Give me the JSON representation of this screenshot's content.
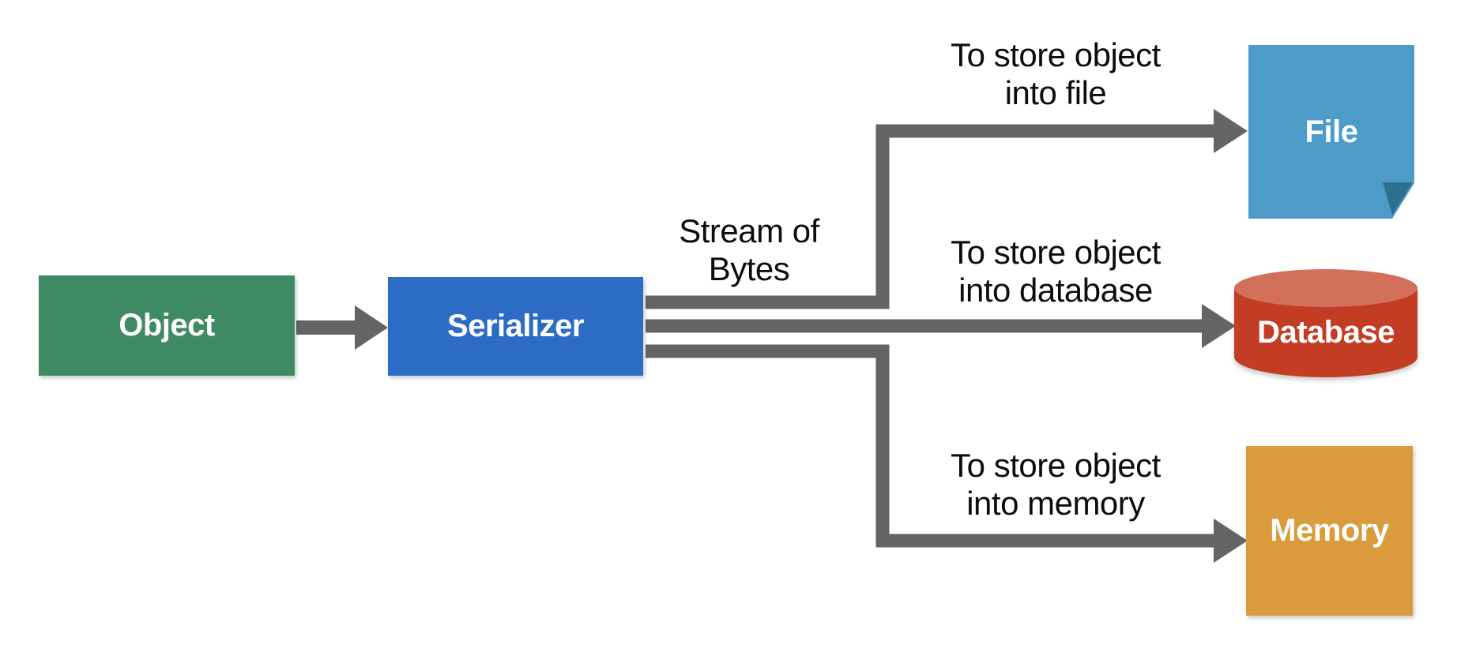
{
  "nodes": {
    "object": {
      "label": "Object"
    },
    "serializer": {
      "label": "Serializer"
    },
    "file": {
      "label": "File"
    },
    "database": {
      "label": "Database"
    },
    "memory": {
      "label": "Memory"
    }
  },
  "labels": {
    "stream": {
      "line1": "Stream of",
      "line2": "Bytes"
    },
    "to_file": {
      "line1": "To store object",
      "line2": "into file"
    },
    "to_database": {
      "line1": "To store object",
      "line2": "into database"
    },
    "to_memory": {
      "line1": "To store object",
      "line2": "into memory"
    }
  },
  "colors": {
    "background": "#ffffff",
    "connector": "#626466",
    "object_box": "#3E8A62",
    "serializer_box": "#2D6CC4",
    "file_box": "#4C9BC9",
    "file_fold": "#2D7191",
    "database_body": "#C33D24",
    "database_top": "#D3705B",
    "memory_box": "#D99B3B",
    "node_text": "#FFFFFF",
    "label_text": "#0D0D0D"
  }
}
